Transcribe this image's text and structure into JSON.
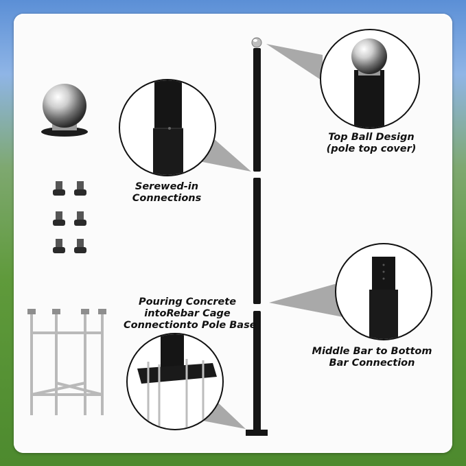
{
  "labels": {
    "top_ball_line1": "Top Ball Design",
    "top_ball_line2": "(pole top cover)",
    "screwed_line1": "Serewed-in",
    "screwed_line2": "Connections",
    "concrete_line1": "Pouring Concrete",
    "concrete_line2": "intoRebar Cage",
    "concrete_line3": "Connectionto Pole Base",
    "middle_line1": "Middle Bar to Bottom",
    "middle_line2": "Bar Connection"
  },
  "parts": {
    "screw_count": 6,
    "rebar_rod_count": 4
  },
  "colors": {
    "pole": "#151515",
    "card": "#fbfbfb",
    "callout_pointer": "#a9a9a9",
    "sky": "#5b8fd6",
    "grass": "#5f9a3b"
  },
  "icons": [
    "ball-finial-icon",
    "screw-icon",
    "rebar-cage-icon",
    "pole-icon"
  ]
}
